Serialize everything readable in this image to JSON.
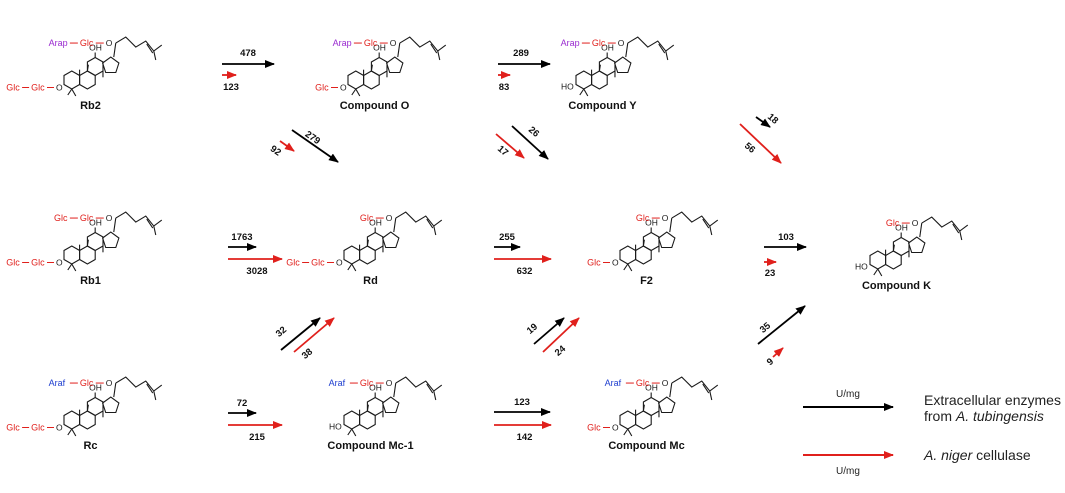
{
  "compounds": {
    "rb2": {
      "name": "Rb2",
      "c3": [
        "Glc",
        "Glc"
      ],
      "c20": [
        "Arap",
        "Glc"
      ]
    },
    "o": {
      "name": "Compound O",
      "c3": [
        "Glc"
      ],
      "c20": [
        "Arap",
        "Glc"
      ]
    },
    "y": {
      "name": "Compound Y",
      "c3": [],
      "c20": [
        "Arap",
        "Glc"
      ]
    },
    "rb1": {
      "name": "Rb1",
      "c3": [
        "Glc",
        "Glc"
      ],
      "c20": [
        "Glc",
        "Glc"
      ]
    },
    "rd": {
      "name": "Rd",
      "c3": [
        "Glc",
        "Glc"
      ],
      "c20": [
        "Glc"
      ]
    },
    "f2": {
      "name": "F2",
      "c3": [
        "Glc"
      ],
      "c20": [
        "Glc"
      ]
    },
    "k": {
      "name": "Compound K",
      "c3": [],
      "c20": [
        "Glc"
      ]
    },
    "rc": {
      "name": "Rc",
      "c3": [
        "Glc",
        "Glc"
      ],
      "c20": [
        "Araf",
        "Glc"
      ]
    },
    "mc1": {
      "name": "Compound Mc-1",
      "c3": [],
      "c20": [
        "Araf",
        "Glc"
      ]
    },
    "mc": {
      "name": "Compound Mc",
      "c3": [
        "Glc"
      ],
      "c20": [
        "Araf",
        "Glc"
      ]
    }
  },
  "atom_labels": {
    "oh": "OH",
    "ho": "HO",
    "o": "O"
  },
  "rates": {
    "rb2_o": {
      "black": "478",
      "red": "123"
    },
    "o_y": {
      "black": "289",
      "red": "83"
    },
    "o_rd": {
      "black": "279",
      "red": "92"
    },
    "o_f2": {
      "black": "26",
      "red": "17"
    },
    "y_k": {
      "black": "18",
      "red": "56"
    },
    "rb1_rd": {
      "black": "1763",
      "red": "3028"
    },
    "rd_f2": {
      "black": "255",
      "red": "632"
    },
    "f2_k": {
      "black": "103",
      "red": "23"
    },
    "rc_rd": {
      "black": "32",
      "red": "38"
    },
    "mc1_f2": {
      "black": "19",
      "red": "24"
    },
    "mc_k": {
      "black": "35",
      "red": "9"
    },
    "rc_mc1": {
      "black": "72",
      "red": "215"
    },
    "mc1_mc": {
      "black": "123",
      "red": "142"
    }
  },
  "legend": {
    "black": {
      "unit": "U/mg",
      "line1": "Extracellular enzymes",
      "line2_prefix": "from ",
      "line2_italic": "A. tubingensis"
    },
    "red": {
      "unit": "U/mg",
      "italic": "A. niger",
      "suffix": " cellulase"
    }
  },
  "colors": {
    "black_arrow": "#000000",
    "red_arrow": "#e0201c",
    "glc": "#e0201c",
    "arap": "#9a2bd0",
    "araf": "#1e3ecf"
  }
}
